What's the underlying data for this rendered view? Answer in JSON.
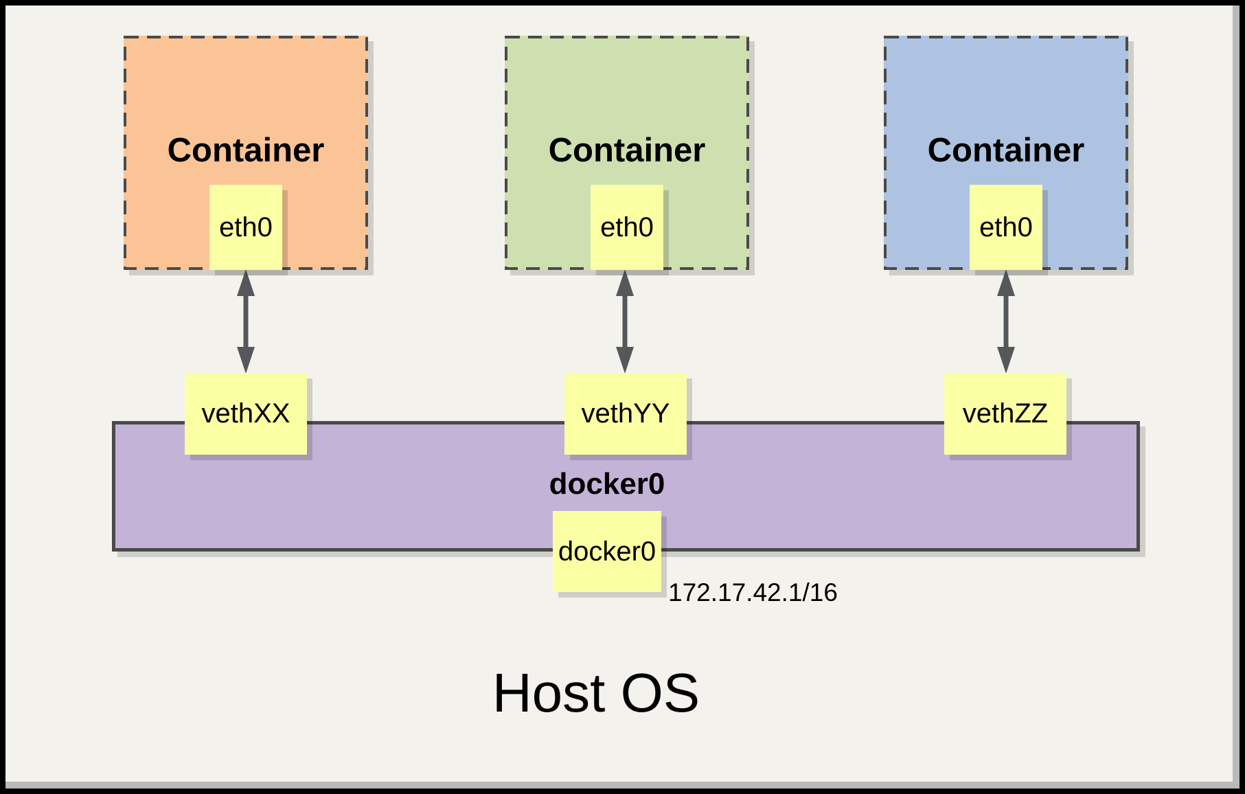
{
  "diagram": {
    "title": "Host OS",
    "containers": [
      {
        "label": "Container",
        "interface": "eth0",
        "veth": "vethXX",
        "color": "#FAC497"
      },
      {
        "label": "Container",
        "interface": "eth0",
        "veth": "vethYY",
        "color": "#CEDFB0"
      },
      {
        "label": "Container",
        "interface": "eth0",
        "veth": "vethZZ",
        "color": "#ADC3E1"
      }
    ],
    "bridge": {
      "label": "docker0",
      "interface_label": "docker0",
      "ip": "172.17.42.1/16",
      "color": "#C3B3D7"
    },
    "connector_icon": "double-arrow-icon",
    "colors": {
      "background": "#F4F2EC",
      "note_yellow": "#FBFFA4",
      "border_gray": "#4A4A4A",
      "arrow": "#55585A",
      "frame": "#000000"
    }
  }
}
